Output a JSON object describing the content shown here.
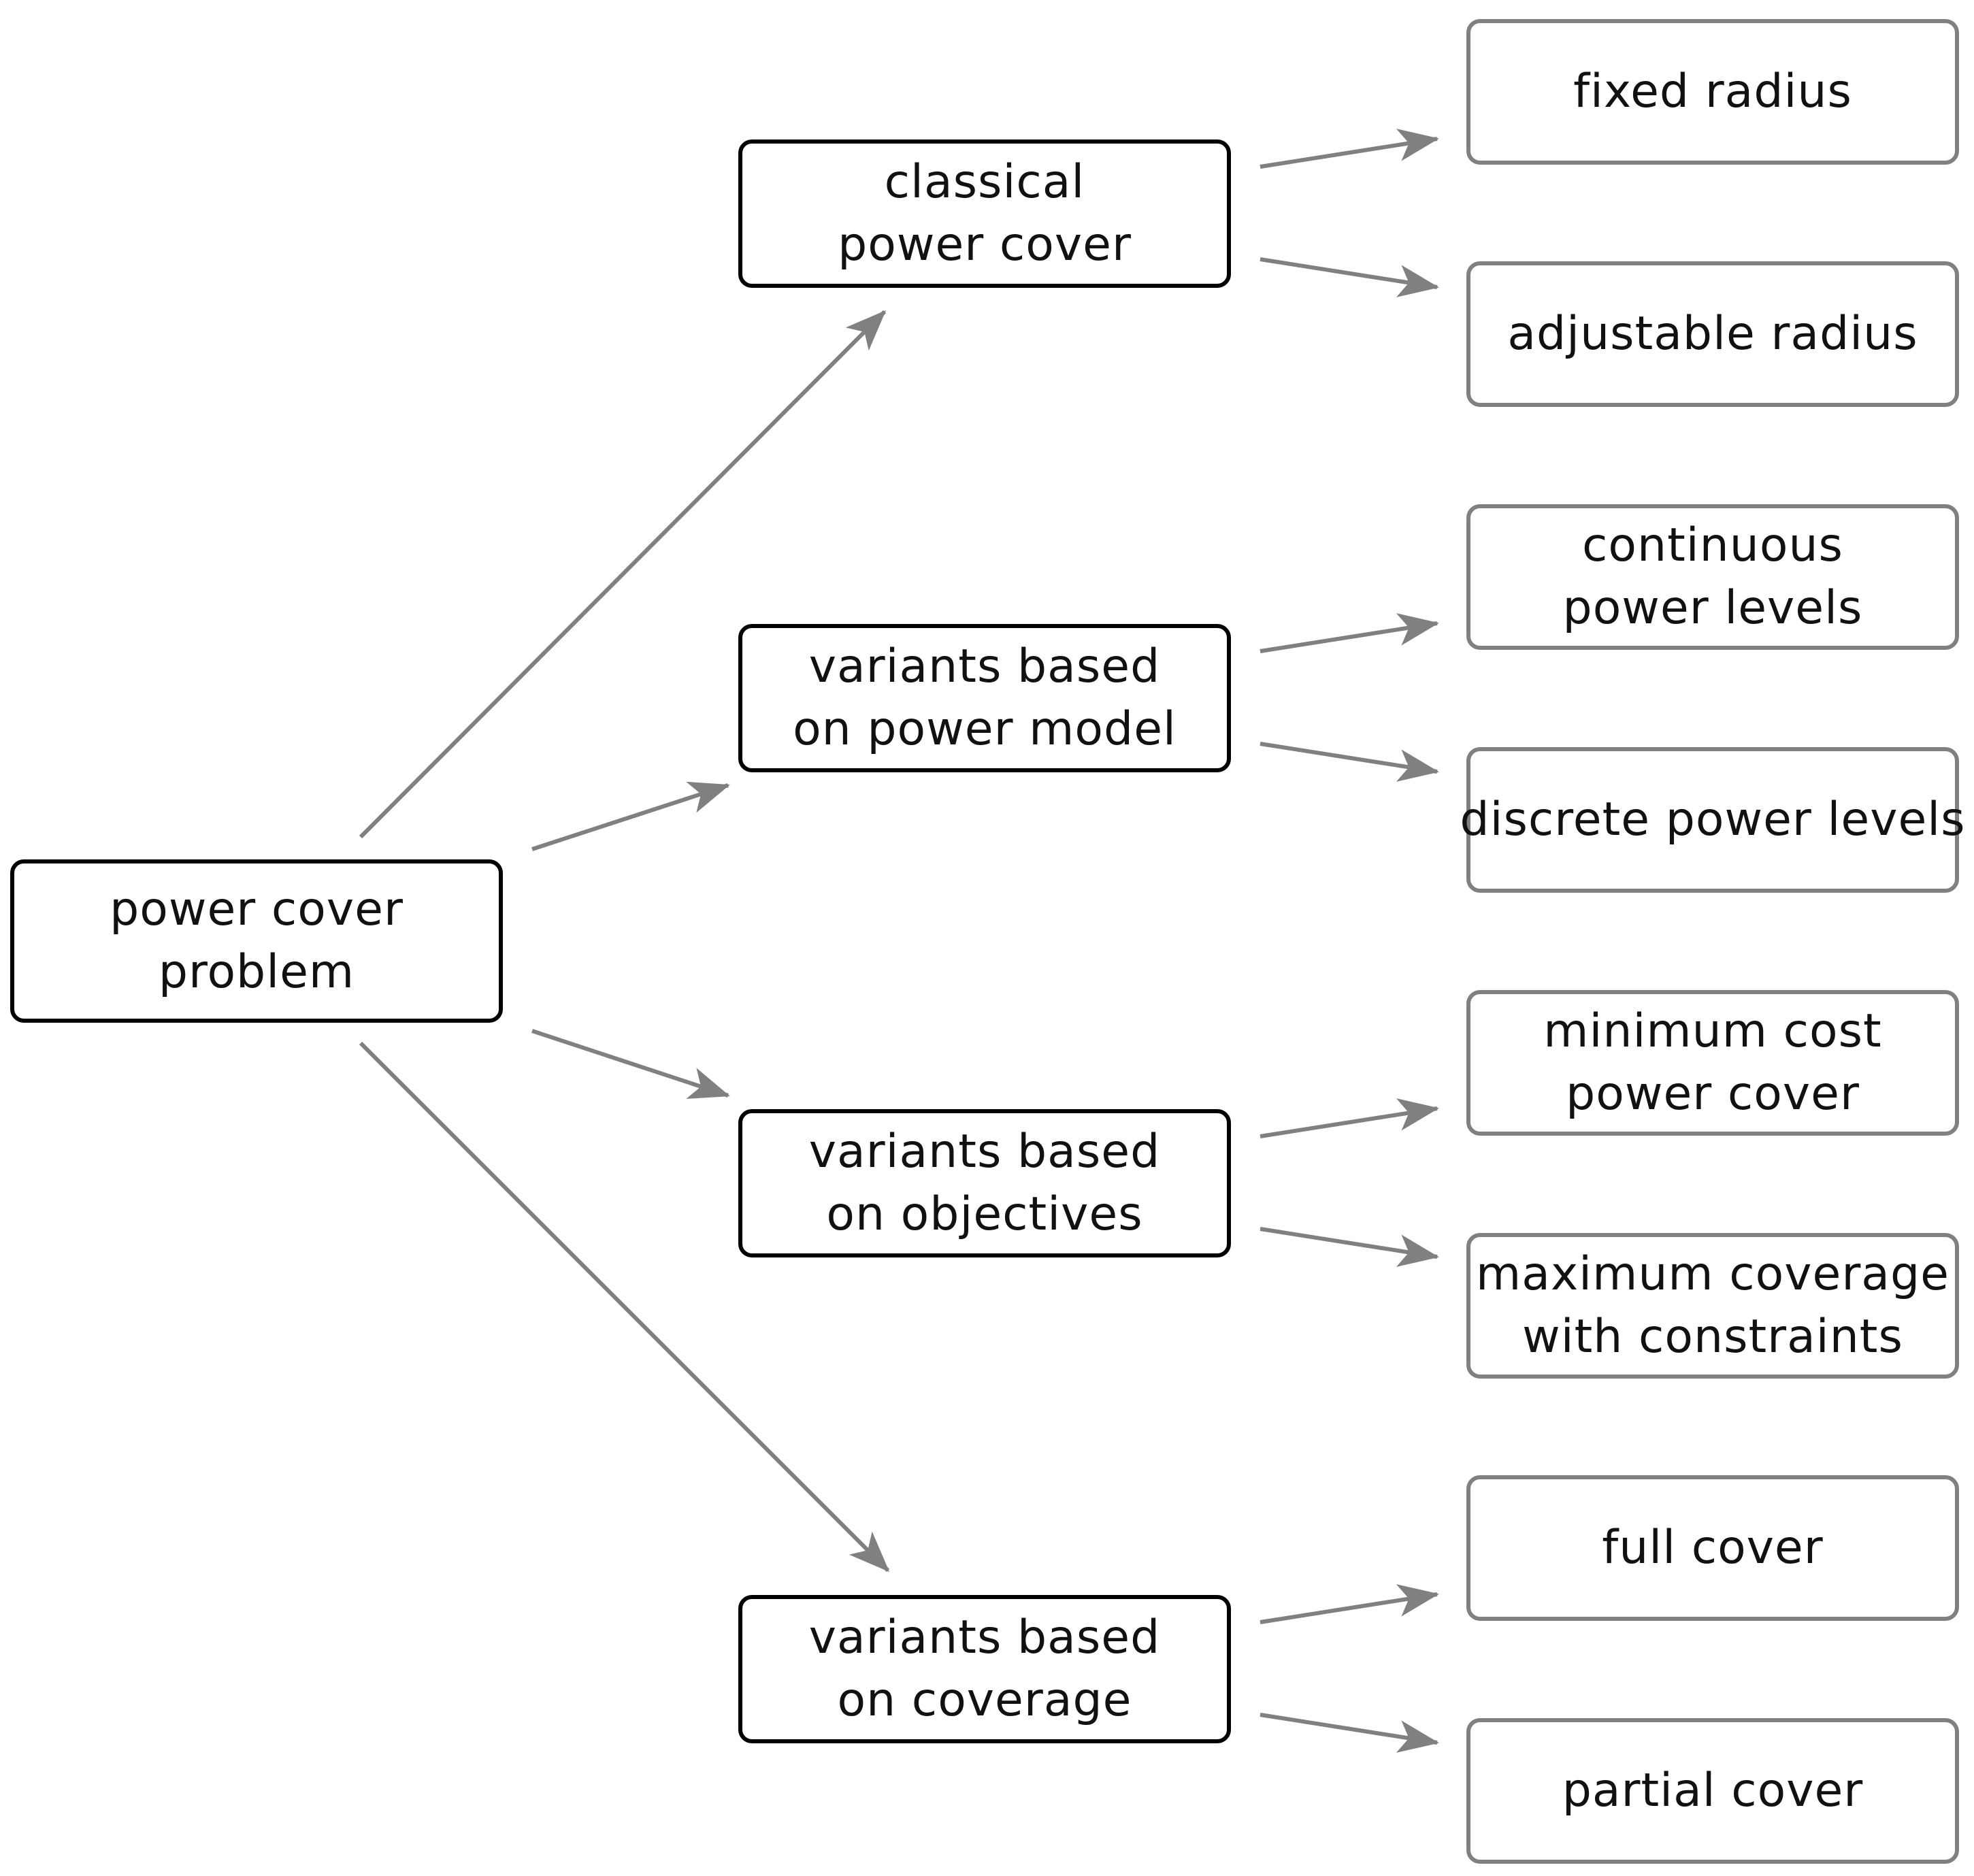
{
  "root": {
    "lines": [
      "power cover",
      "problem"
    ]
  },
  "categories": [
    {
      "lines": [
        "classical",
        "power cover"
      ]
    },
    {
      "lines": [
        "variants based",
        "on power model"
      ]
    },
    {
      "lines": [
        "variants based",
        "on objectives"
      ]
    },
    {
      "lines": [
        "variants based",
        "on coverage"
      ]
    }
  ],
  "leaves": [
    {
      "lines": [
        "fixed radius"
      ]
    },
    {
      "lines": [
        "adjustable radius"
      ]
    },
    {
      "lines": [
        "continuous",
        "power levels"
      ]
    },
    {
      "lines": [
        "discrete power levels"
      ]
    },
    {
      "lines": [
        "minimum cost",
        "power cover"
      ]
    },
    {
      "lines": [
        "maximum coverage",
        "with constraints"
      ]
    },
    {
      "lines": [
        "full cover"
      ]
    },
    {
      "lines": [
        "partial cover"
      ]
    }
  ],
  "colors": {
    "edge": "#808080",
    "primary_border": "#000000",
    "secondary_border": "#808080",
    "text": "#111111"
  }
}
